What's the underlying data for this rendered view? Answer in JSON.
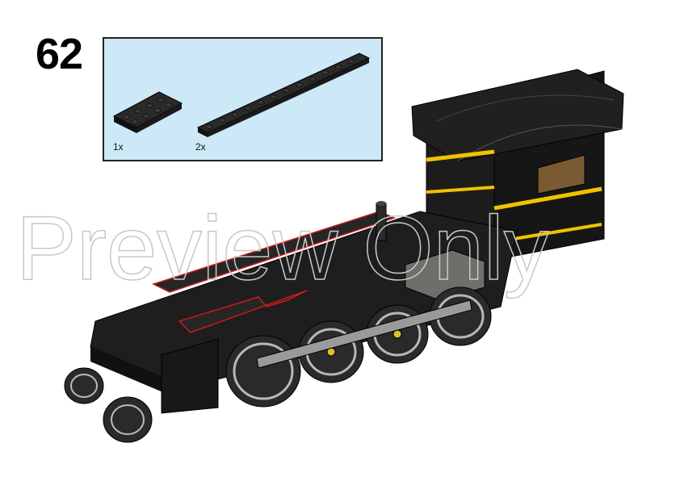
{
  "step": {
    "number": "62"
  },
  "parts_list": [
    {
      "name": "plate-2x4",
      "quantity": "1x"
    },
    {
      "name": "plate-1x12",
      "quantity": "2x"
    }
  ],
  "colors": {
    "callout_bg": "#cde9f8",
    "brick_black": "#1a1a1a",
    "trim_yellow": "#f2c200",
    "wheel_gray": "#9a9a9a",
    "highlight_red": "#cc1a1a"
  },
  "watermark": {
    "text": "Preview Only"
  }
}
